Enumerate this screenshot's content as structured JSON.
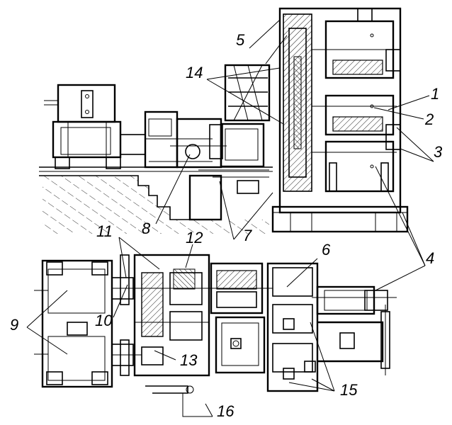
{
  "drawing": {
    "callouts": [
      {
        "id": "c1",
        "text": "1"
      },
      {
        "id": "c2",
        "text": "2"
      },
      {
        "id": "c3",
        "text": "3"
      },
      {
        "id": "c4",
        "text": "4"
      },
      {
        "id": "c5",
        "text": "5"
      },
      {
        "id": "c6",
        "text": "6"
      },
      {
        "id": "c7",
        "text": "7"
      },
      {
        "id": "c8",
        "text": "8"
      },
      {
        "id": "c9",
        "text": "9"
      },
      {
        "id": "c10",
        "text": "10"
      },
      {
        "id": "c11",
        "text": "11"
      },
      {
        "id": "c12",
        "text": "12"
      },
      {
        "id": "c13",
        "text": "13"
      },
      {
        "id": "c14",
        "text": "14"
      },
      {
        "id": "c15",
        "text": "15"
      },
      {
        "id": "c16",
        "text": "16"
      }
    ]
  }
}
